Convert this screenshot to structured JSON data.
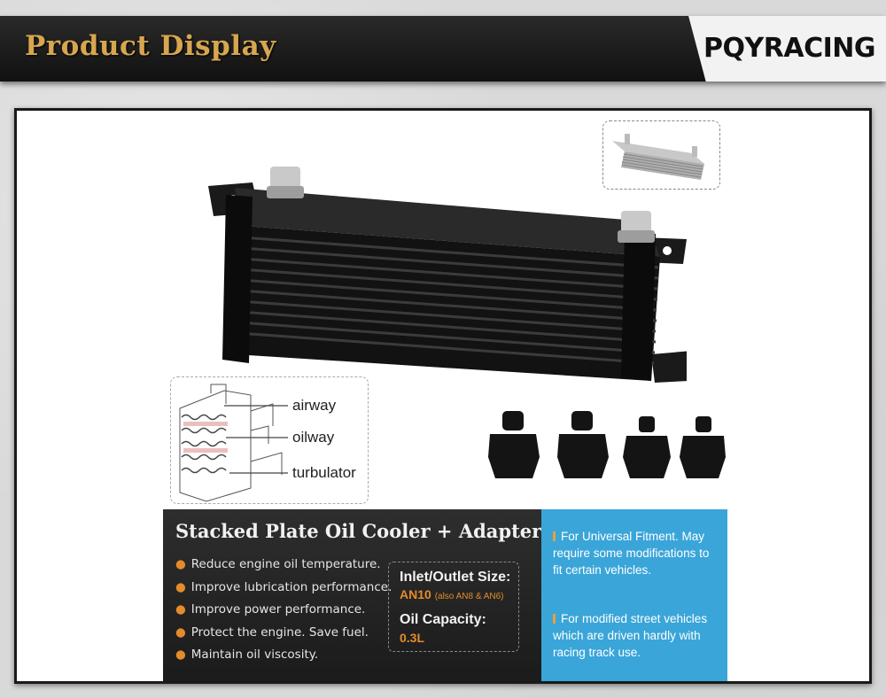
{
  "header": {
    "title": "Product Display",
    "brand": "PQYRACING"
  },
  "diagram": {
    "labels": [
      "airway",
      "oilway",
      "turbulator"
    ]
  },
  "info": {
    "title": "Stacked Plate Oil Cooler + Adapter",
    "bullets": [
      "Reduce engine oil temperature.",
      "Improve lubrication performance.",
      "Improve power performance.",
      "Protect the engine. Save fuel.",
      "Maintain oil viscosity."
    ],
    "specs": {
      "inlet_label": "Inlet/Outlet Size:",
      "inlet_value": "AN10",
      "inlet_note": "(also AN8 & AN6)",
      "capacity_label": "Oil Capacity:",
      "capacity_value": "0.3L"
    },
    "notes": [
      "For Universal Fitment. May require some modifications to fit certain vehicles.",
      "For modified street vehicles which are driven hardly with racing track use."
    ]
  },
  "colors": {
    "accent_gold": "#d7a64f",
    "accent_orange": "#e38c2a",
    "info_blue": "#3aa5d9",
    "dark_band": "#222222"
  }
}
